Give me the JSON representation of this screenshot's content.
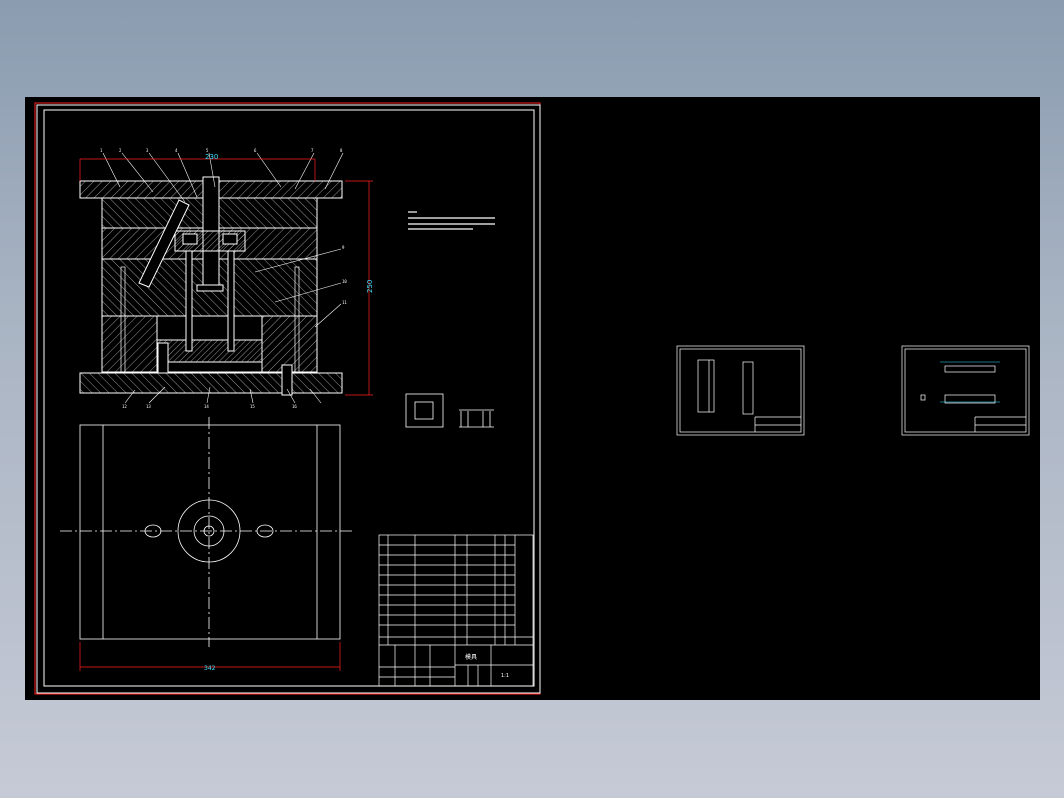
{
  "drawing": {
    "dimension_width": "342",
    "dimension_height": "250",
    "dimension_top": "230",
    "part_numbers": [
      "1",
      "2",
      "3",
      "4",
      "5",
      "6",
      "7",
      "8",
      "9",
      "10",
      "11",
      "12",
      "13",
      "14",
      "15",
      "16"
    ]
  },
  "colors": {
    "background": "#000000",
    "line": "#ffffff",
    "frame_accent": "#ff2020",
    "dimension": "#40e0ff",
    "hatch": "#c8c8c8"
  },
  "title_block": {
    "name": "模具",
    "scale": "1:1"
  }
}
